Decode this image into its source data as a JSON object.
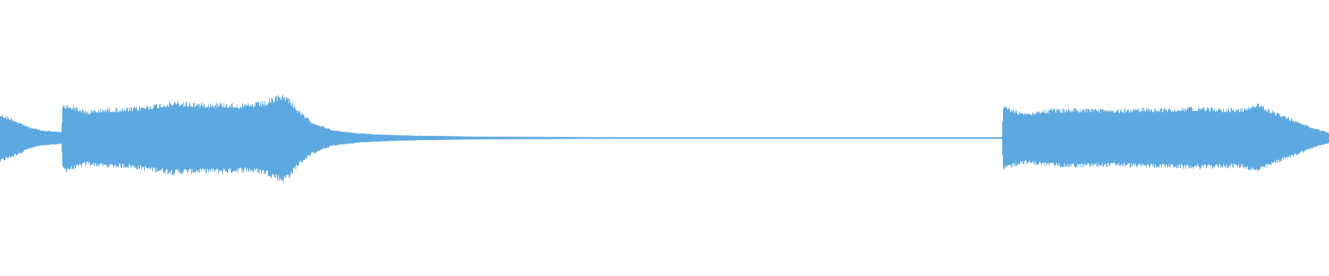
{
  "waveform": {
    "color": "#5ca8e0",
    "background": "#ffffff",
    "envelope": [
      [
        0.0,
        0.18
      ],
      [
        0.01,
        0.14
      ],
      [
        0.02,
        0.09
      ],
      [
        0.03,
        0.06
      ],
      [
        0.046,
        0.045
      ],
      [
        0.047,
        0.25
      ],
      [
        0.055,
        0.24
      ],
      [
        0.065,
        0.2
      ],
      [
        0.08,
        0.22
      ],
      [
        0.095,
        0.22
      ],
      [
        0.11,
        0.24
      ],
      [
        0.13,
        0.27
      ],
      [
        0.15,
        0.26
      ],
      [
        0.17,
        0.26
      ],
      [
        0.185,
        0.25
      ],
      [
        0.2,
        0.27
      ],
      [
        0.212,
        0.33
      ],
      [
        0.218,
        0.29
      ],
      [
        0.225,
        0.2
      ],
      [
        0.235,
        0.12
      ],
      [
        0.25,
        0.06
      ],
      [
        0.27,
        0.035
      ],
      [
        0.3,
        0.02
      ],
      [
        0.35,
        0.012
      ],
      [
        0.4,
        0.008
      ],
      [
        0.45,
        0.006
      ],
      [
        0.5,
        0.005
      ],
      [
        0.6,
        0.004
      ],
      [
        0.7,
        0.003
      ],
      [
        0.754,
        0.003
      ],
      [
        0.755,
        0.25
      ],
      [
        0.76,
        0.22
      ],
      [
        0.77,
        0.19
      ],
      [
        0.79,
        0.21
      ],
      [
        0.81,
        0.22
      ],
      [
        0.84,
        0.21
      ],
      [
        0.86,
        0.22
      ],
      [
        0.88,
        0.22
      ],
      [
        0.9,
        0.23
      ],
      [
        0.92,
        0.22
      ],
      [
        0.935,
        0.22
      ],
      [
        0.945,
        0.26
      ],
      [
        0.95,
        0.24
      ],
      [
        0.96,
        0.19
      ],
      [
        0.975,
        0.13
      ],
      [
        0.99,
        0.07
      ],
      [
        1.0,
        0.04
      ]
    ]
  }
}
